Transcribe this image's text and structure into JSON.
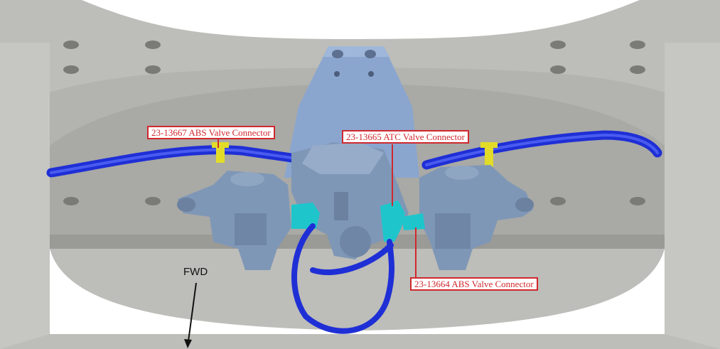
{
  "callouts": [
    {
      "part": "23-13667",
      "text": "23-13667 ABS Valve Connector"
    },
    {
      "part": "23-13665",
      "text": "23-13665 ATC Valve Connector"
    },
    {
      "part": "23-13664",
      "text": "23-13664 ABS Valve Connector"
    }
  ],
  "direction_label": "FWD",
  "colors": {
    "frame": "#bdbdb9",
    "frame_dark": "#a5a5a1",
    "valve_body": "#7f97b6",
    "bracket": "#8aa6cf",
    "hose": "#1f2fd6",
    "connector_cyan": "#1ec6cc",
    "clamp_yellow": "#e2dc28",
    "callout_red": "#d0282e"
  }
}
